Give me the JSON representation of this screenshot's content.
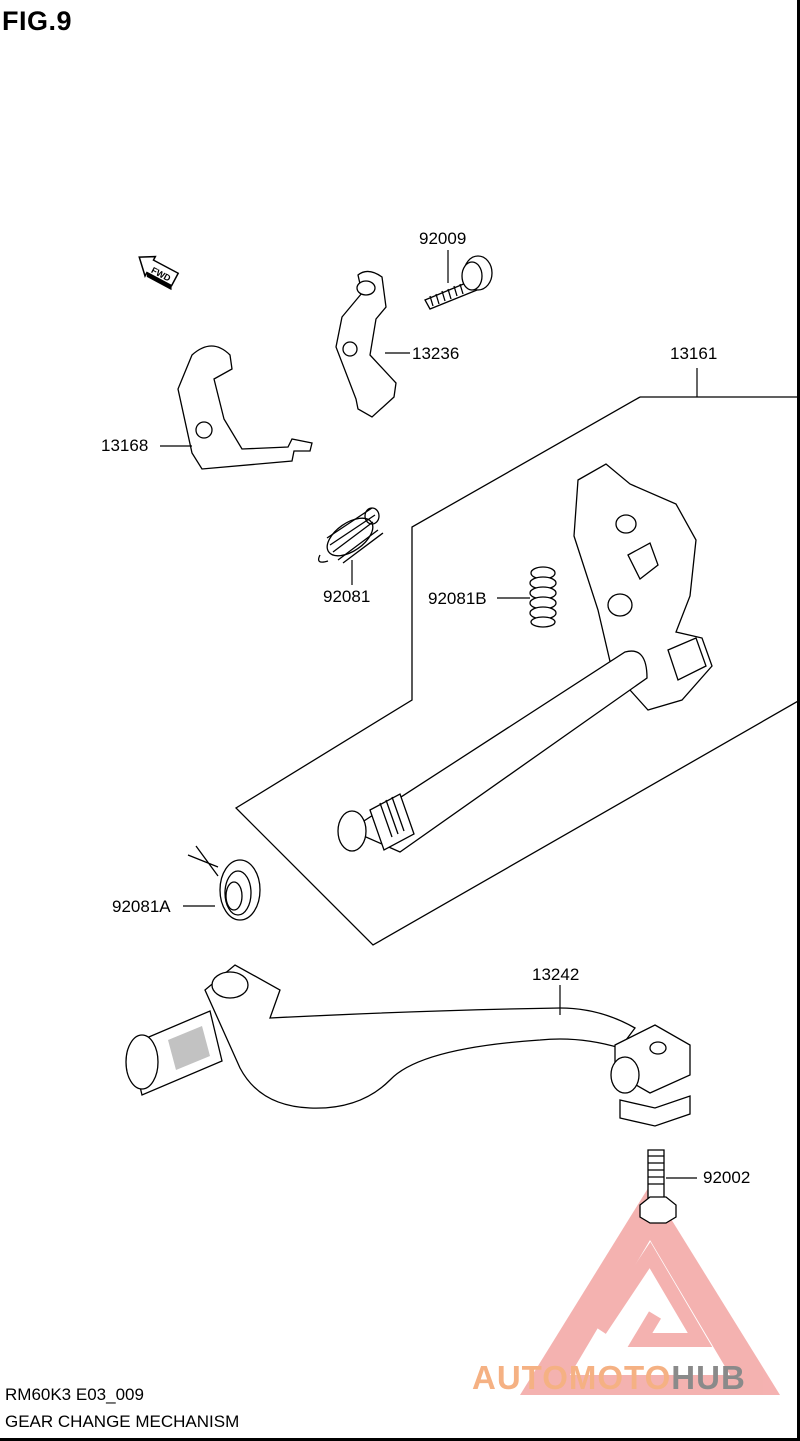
{
  "figure": {
    "title": "FIG.9"
  },
  "direction_marker": {
    "text": "FWD",
    "icon": "forward-arrow-icon"
  },
  "parts": [
    {
      "number": "92009"
    },
    {
      "number": "13236"
    },
    {
      "number": "13161"
    },
    {
      "number": "13168"
    },
    {
      "number": "92081"
    },
    {
      "number": "92081B"
    },
    {
      "number": "92081A"
    },
    {
      "number": "13242"
    },
    {
      "number": "92002"
    }
  ],
  "footer": {
    "code": "RM60K3 E03_009",
    "caption": "GEAR CHANGE MECHANISM"
  },
  "watermark": {
    "text_accent": "AUTOMOTO",
    "text_dark": "HUB",
    "accent_color": "#f5b183",
    "dark_color": "#8a8a8a",
    "logo_color": "#f07a78"
  }
}
